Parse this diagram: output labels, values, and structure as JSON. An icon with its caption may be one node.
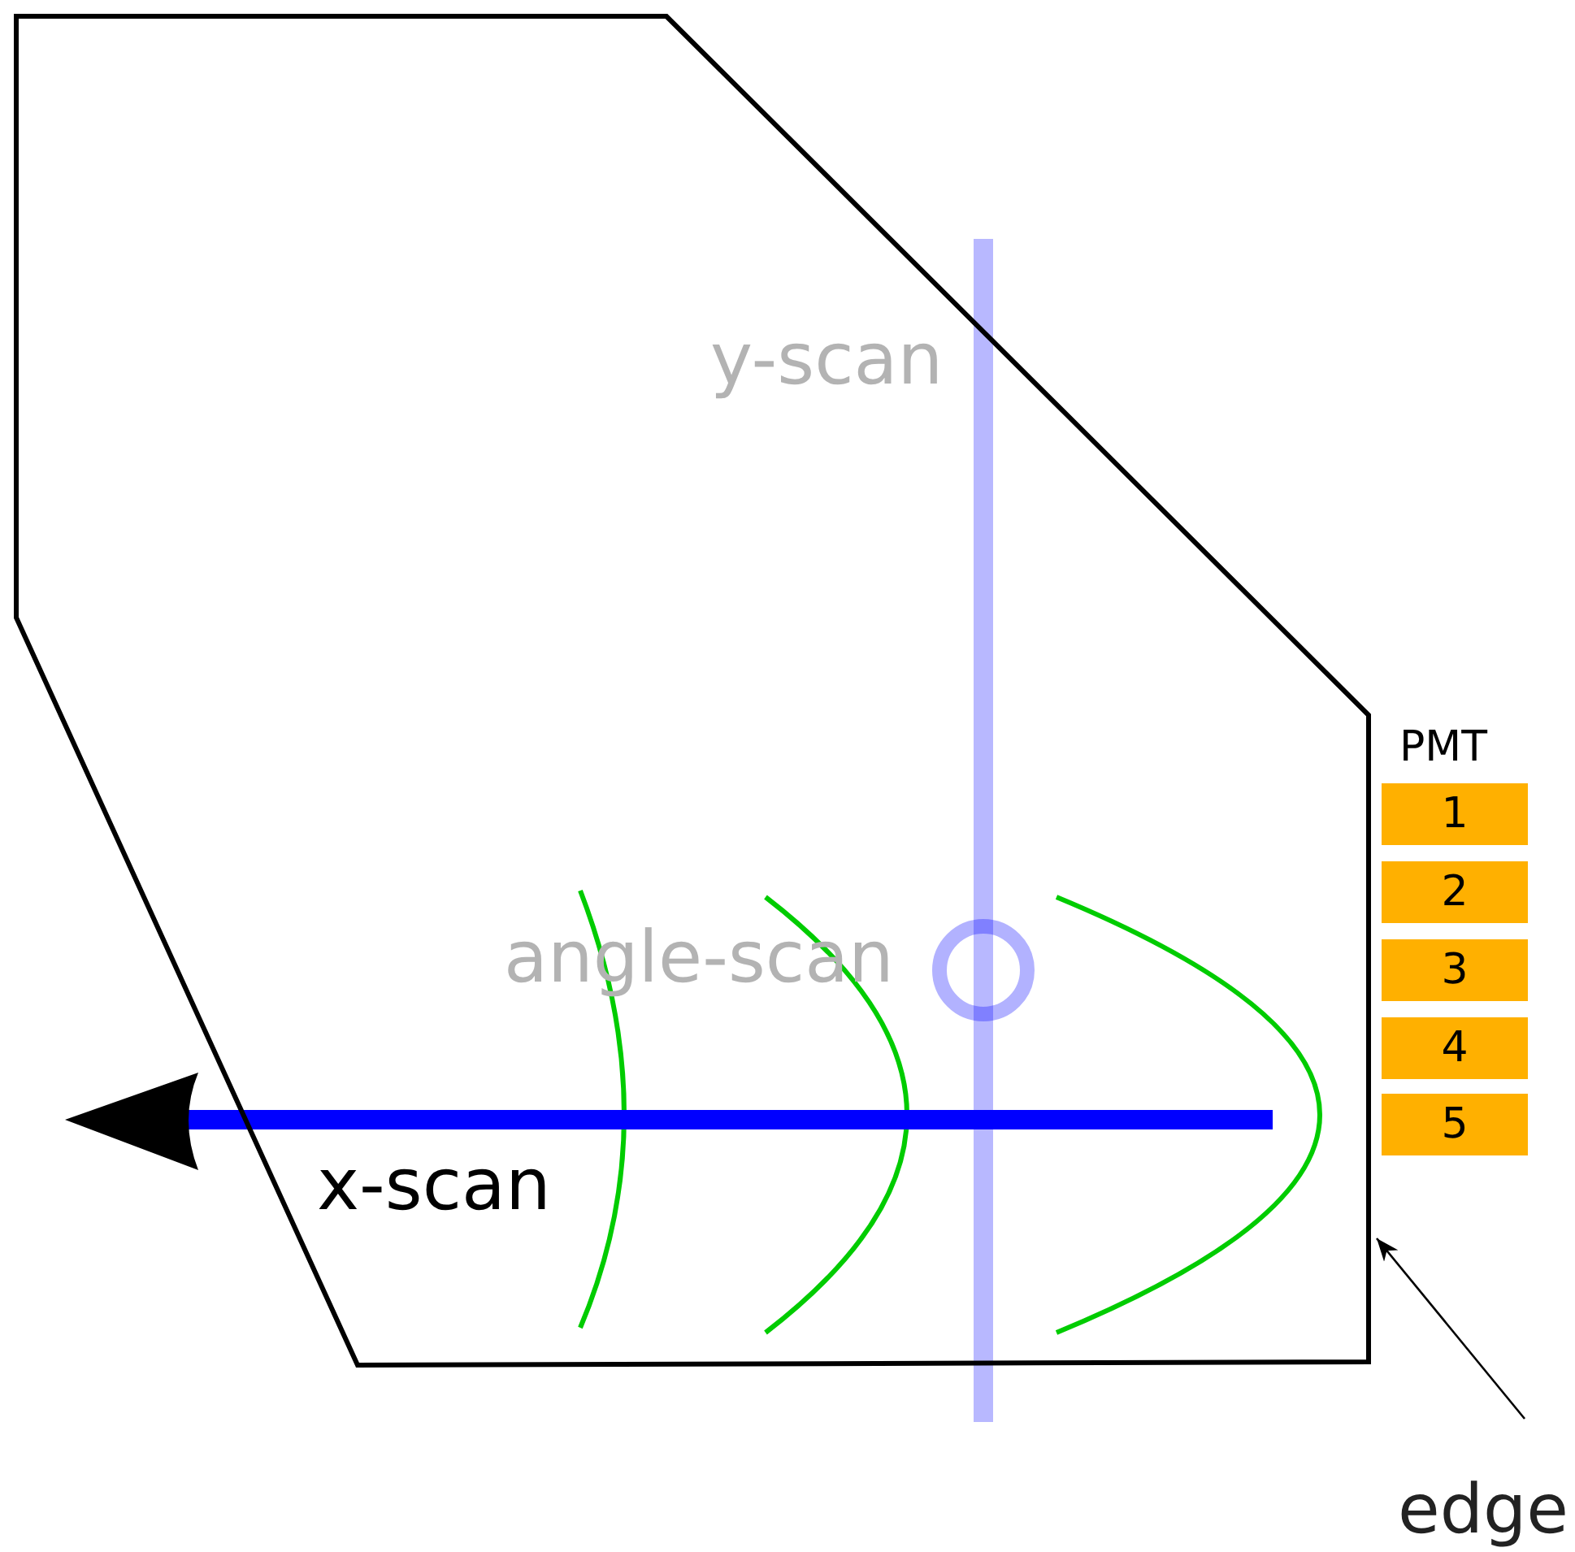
{
  "diagram": {
    "nodes": [
      {
        "text": [],
        "shape": "polygon"
      },
      {
        "text": [
          "PMT"
        ]
      },
      {
        "text": [
          "1"
        ],
        "in": 1
      },
      {
        "text": [
          "2"
        ],
        "in": 1
      },
      {
        "text": [
          "3"
        ],
        "in": 1
      },
      {
        "text": [
          "4"
        ],
        "in": 1
      },
      {
        "text": [
          "5"
        ],
        "in": 1
      },
      {
        "text": [
          "edge"
        ]
      }
    ],
    "edges": [
      {
        "from": 7,
        "to": 0,
        "arrow": "to"
      }
    ],
    "labels": [
      "y-scan",
      "angle-scan",
      "x-scan"
    ]
  }
}
